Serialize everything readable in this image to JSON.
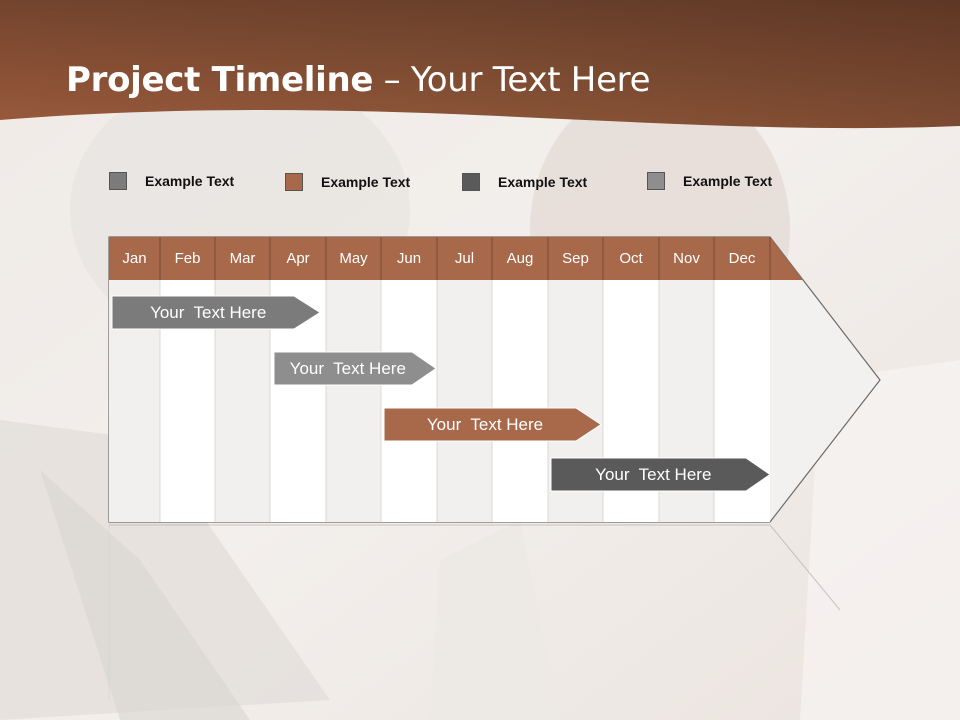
{
  "title": {
    "bold": "Project Timeline",
    "rest": " – Your Text Here"
  },
  "colors": {
    "header": "#8a5238",
    "month_bar": "#a8684a",
    "legend_1": "#7b7b7b",
    "legend_2": "#a8684a",
    "legend_3": "#5a5a5a",
    "legend_4": "#8e8e8e"
  },
  "legend": [
    {
      "label": "Example Text",
      "color": "#7b7b7b"
    },
    {
      "label": "Example Text",
      "color": "#a8684a"
    },
    {
      "label": "Example Text",
      "color": "#5a5a5a"
    },
    {
      "label": "Example Text",
      "color": "#8e8e8e"
    }
  ],
  "months": [
    "Jan",
    "Feb",
    "Mar",
    "Apr",
    "May",
    "Jun",
    "Jul",
    "Aug",
    "Sep",
    "Oct",
    "Nov",
    "Dec"
  ],
  "tasks": [
    {
      "label": "Your  Text Here",
      "color": "#7b7b7b"
    },
    {
      "label": "Your  Text Here",
      "color": "#8e8e8e"
    },
    {
      "label": "Your  Text Here",
      "color": "#a8684a"
    },
    {
      "label": "Your  Text Here",
      "color": "#5a5a5a"
    }
  ]
}
